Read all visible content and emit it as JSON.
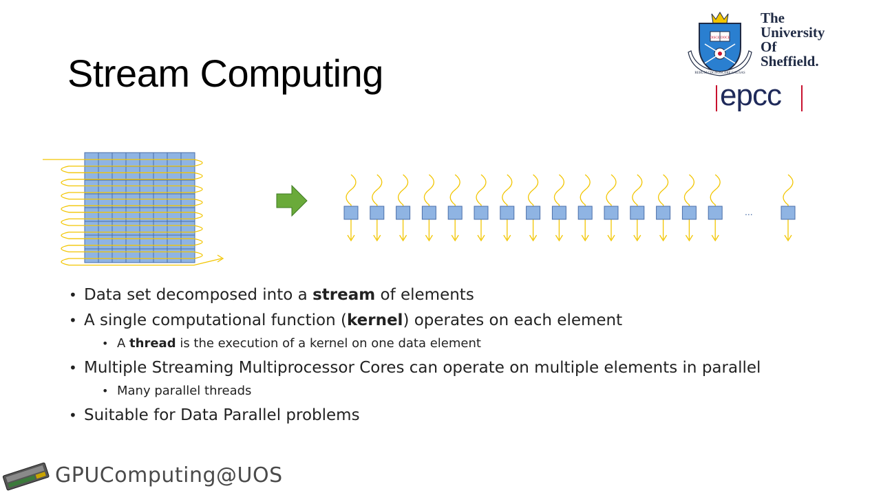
{
  "slide": {
    "title": "Stream Computing"
  },
  "logos": {
    "university_lines": [
      "The",
      "University",
      "Of",
      "Sheffield."
    ],
    "crest_motto": "DISCE DOCE",
    "crest_scroll": "RERUM COGNOSCERE CAUSAS",
    "epcc": "epcc",
    "footer": "GPUComputing@UOS"
  },
  "diagram": {
    "ellipsis": "...",
    "grid_rows": 8,
    "grid_cols": 8,
    "stream_elements": 15,
    "colors": {
      "cell_fill": "#8fb4e3",
      "cell_stroke": "#4a6ea8",
      "thread": "#f2c500",
      "arrow_fill": "#6aaa3a",
      "arrow_stroke": "#3d7a22"
    }
  },
  "bullets": [
    {
      "level": 1,
      "before": "Data set decomposed into a ",
      "bold": "stream",
      "after": " of elements"
    },
    {
      "level": 1,
      "before": "A single computational function (",
      "bold": "kernel",
      "after": ") operates on each element"
    },
    {
      "level": 2,
      "before": "A ",
      "bold": "thread",
      "after": " is the execution of a kernel on one data element"
    },
    {
      "level": 1,
      "before": "Multiple Streaming Multiprocessor Cores can operate on multiple elements in parallel",
      "bold": "",
      "after": ""
    },
    {
      "level": 2,
      "before": "Many parallel threads",
      "bold": "",
      "after": ""
    },
    {
      "level": 1,
      "before": "Suitable for Data Parallel problems",
      "bold": "",
      "after": ""
    }
  ]
}
